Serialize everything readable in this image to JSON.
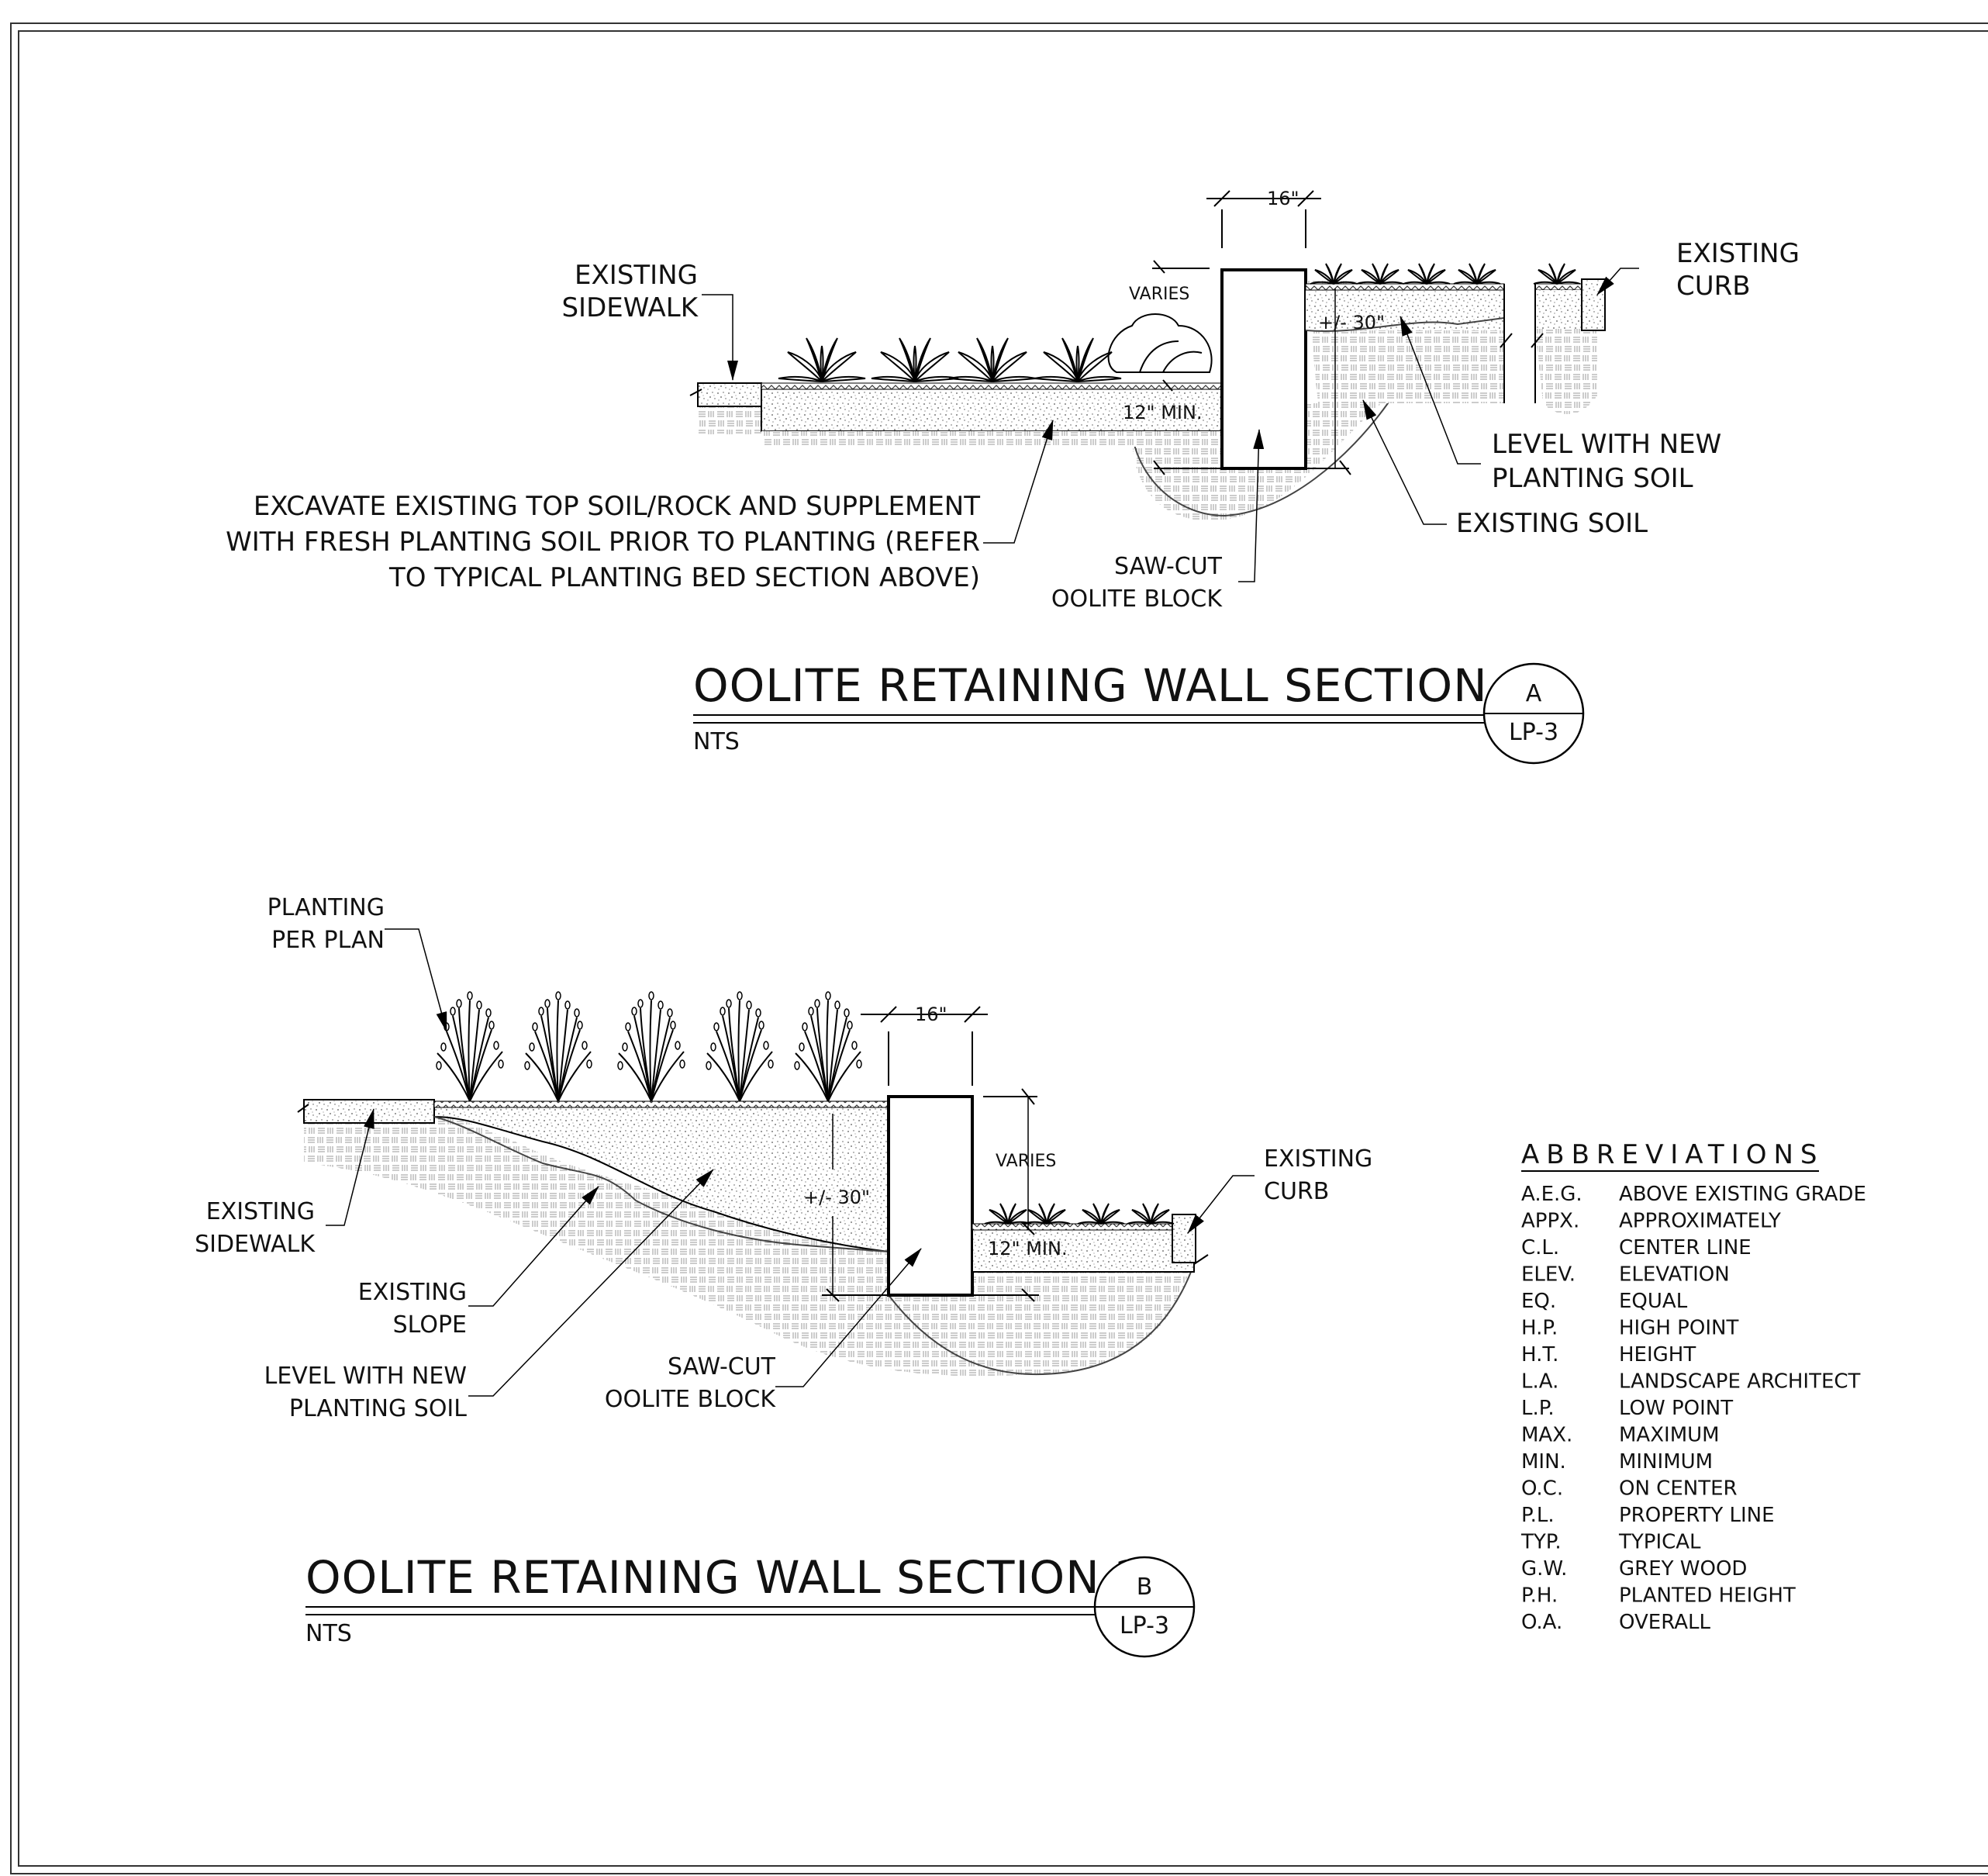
{
  "section_a": {
    "title": "OOLITE RETAINING WALL SECTION 1",
    "scale": "NTS",
    "callout_letter": "A",
    "callout_sheet": "LP-3",
    "dim_width": "16\"",
    "dim_varies": "VARIES",
    "dim_height": "+/- 30\"",
    "dim_min": "12\" MIN.",
    "labels": {
      "existing_sidewalk": [
        "EXISTING",
        "SIDEWALK"
      ],
      "existing_curb": [
        "EXISTING",
        "CURB"
      ],
      "level_with_new": [
        "LEVEL WITH NEW",
        "PLANTING SOIL"
      ],
      "existing_soil": "EXISTING SOIL",
      "saw_cut": [
        "SAW-CUT",
        "OOLITE BLOCK"
      ],
      "excavate": [
        "EXCAVATE EXISTING TOP SOIL/ROCK AND SUPPLEMENT",
        "WITH FRESH PLANTING SOIL PRIOR TO PLANTING (REFER",
        "TO TYPICAL PLANTING BED SECTION ABOVE)"
      ]
    }
  },
  "section_b": {
    "title": "OOLITE RETAINING WALL SECTION 2",
    "scale": "NTS",
    "callout_letter": "B",
    "callout_sheet": "LP-3",
    "dim_width": "16\"",
    "dim_varies": "VARIES",
    "dim_height": "+/- 30\"",
    "dim_min": "12\" MIN.",
    "labels": {
      "planting_per_plan": [
        "PLANTING",
        "PER PLAN"
      ],
      "existing_sidewalk": [
        "EXISTING",
        "SIDEWALK"
      ],
      "existing_slope": [
        "EXISTING",
        "SLOPE"
      ],
      "level_with_new": [
        "LEVEL WITH NEW",
        "PLANTING SOIL"
      ],
      "saw_cut": [
        "SAW-CUT",
        "OOLITE BLOCK"
      ],
      "existing_curb": [
        "EXISTING",
        "CURB"
      ]
    }
  },
  "abbreviations": {
    "heading": "ABBREVIATIONS",
    "items": [
      {
        "abbr": "A.E.G.",
        "meaning": "ABOVE EXISTING GRADE"
      },
      {
        "abbr": "APPX.",
        "meaning": "APPROXIMATELY"
      },
      {
        "abbr": "C.L.",
        "meaning": "CENTER LINE"
      },
      {
        "abbr": "ELEV.",
        "meaning": "ELEVATION"
      },
      {
        "abbr": "EQ.",
        "meaning": "EQUAL"
      },
      {
        "abbr": "H.P.",
        "meaning": "HIGH POINT"
      },
      {
        "abbr": "H.T.",
        "meaning": "HEIGHT"
      },
      {
        "abbr": "L.A.",
        "meaning": "LANDSCAPE ARCHITECT"
      },
      {
        "abbr": "L.P.",
        "meaning": "LOW POINT"
      },
      {
        "abbr": "MAX.",
        "meaning": "MAXIMUM"
      },
      {
        "abbr": "MIN.",
        "meaning": "MINIMUM"
      },
      {
        "abbr": "O.C.",
        "meaning": "ON CENTER"
      },
      {
        "abbr": "P.L.",
        "meaning": "PROPERTY LINE"
      },
      {
        "abbr": "TYP.",
        "meaning": "TYPICAL"
      },
      {
        "abbr": "G.W.",
        "meaning": "GREY WOOD"
      },
      {
        "abbr": "P.H.",
        "meaning": "PLANTED HEIGHT"
      },
      {
        "abbr": "O.A.",
        "meaning": "OVERALL"
      }
    ]
  }
}
